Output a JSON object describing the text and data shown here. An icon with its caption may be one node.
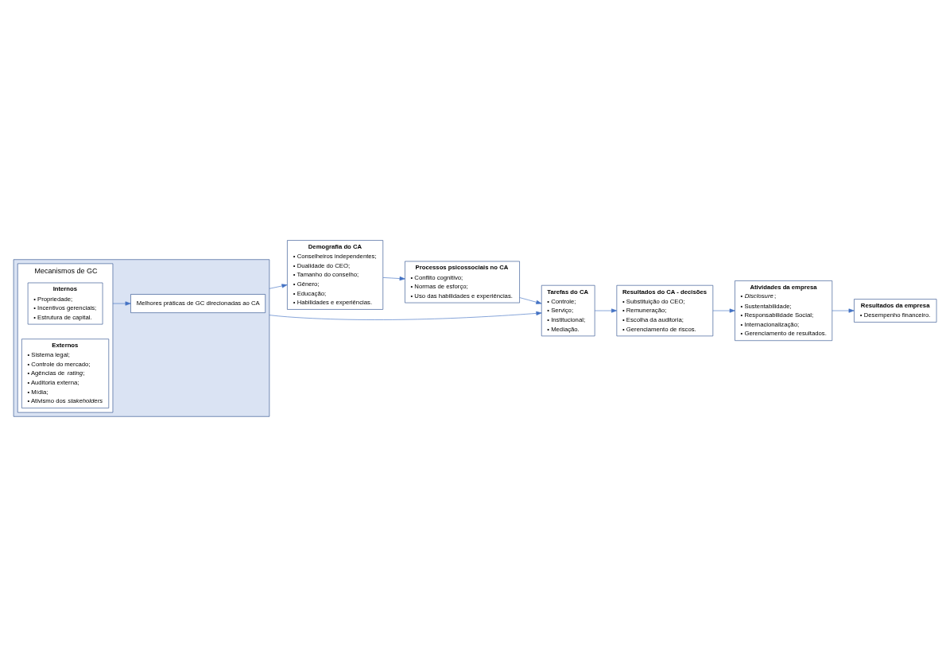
{
  "diagram": {
    "nodes": [
      {
        "text": [],
        "shape": "box"
      },
      {
        "text": [
          "Melhores práticas de GC direcionadas ao CA"
        ],
        "in": 0
      },
      {
        "text": [
          "Mecanismos de GC"
        ],
        "in": 0
      },
      {
        "text": [
          "Internos",
          "• Propriedade;",
          "• Incentivos gerenciais;",
          "• Estrutura de capital."
        ],
        "in": 2
      },
      {
        "text": [
          "Externos",
          "• Sistema legal;",
          "• Controle do mercado;",
          "• Agências de *rating*;",
          "• Auditoria externa;",
          "• Mídia;",
          "• Ativismo dos *stakeholders*"
        ],
        "in": 2
      },
      {
        "text": [
          "Demografia do CA",
          "• Conselheiros independentes;",
          "• Dualidade do CEO;",
          "• Tamanho do conselho;",
          "• Gênero;",
          "• Educação;",
          "• Habilidades e experiências."
        ]
      },
      {
        "text": [
          "Processos psicossociais no CA",
          "• Conflito cognitivo;",
          "• Normas de esforço;",
          "• Uso das habilidades e experiências."
        ]
      },
      {
        "text": [
          "Tarefas do CA",
          "• Controle;",
          "• Serviço;",
          "• Institucional;",
          "• Mediação."
        ]
      },
      {
        "text": [
          "Resultados do CA - decisões",
          "• Substituição do CEO;",
          "• Remuneração;",
          "• Escolha da auditoria;",
          "• Gerenciamento de riscos."
        ]
      },
      {
        "text": [
          "Atividades da empresa",
          "• *Disclosure*;",
          "• Sustentabilidade;",
          "• Responsabilidade Social;",
          "• Internacionalização;",
          "• Gerenciamento de resultados."
        ]
      },
      {
        "text": [
          "Resultados da empresa",
          "• Desempenho financeiro."
        ]
      }
    ],
    "edges": [
      {
        "from": 0,
        "to": 5,
        "arrow": "to"
      },
      {
        "from": 5,
        "to": 6,
        "arrow": "to"
      },
      {
        "from": 6,
        "to": 7,
        "arrow": "to"
      },
      {
        "from": 2,
        "to": 1,
        "arrow": "to"
      },
      {
        "from": 0,
        "to": 7,
        "arrow": "to"
      },
      {
        "from": 7,
        "to": 8,
        "arrow": "to"
      },
      {
        "from": 8,
        "to": 9,
        "arrow": "to"
      },
      {
        "from": 9,
        "to": 10,
        "arrow": "to"
      }
    ]
  }
}
